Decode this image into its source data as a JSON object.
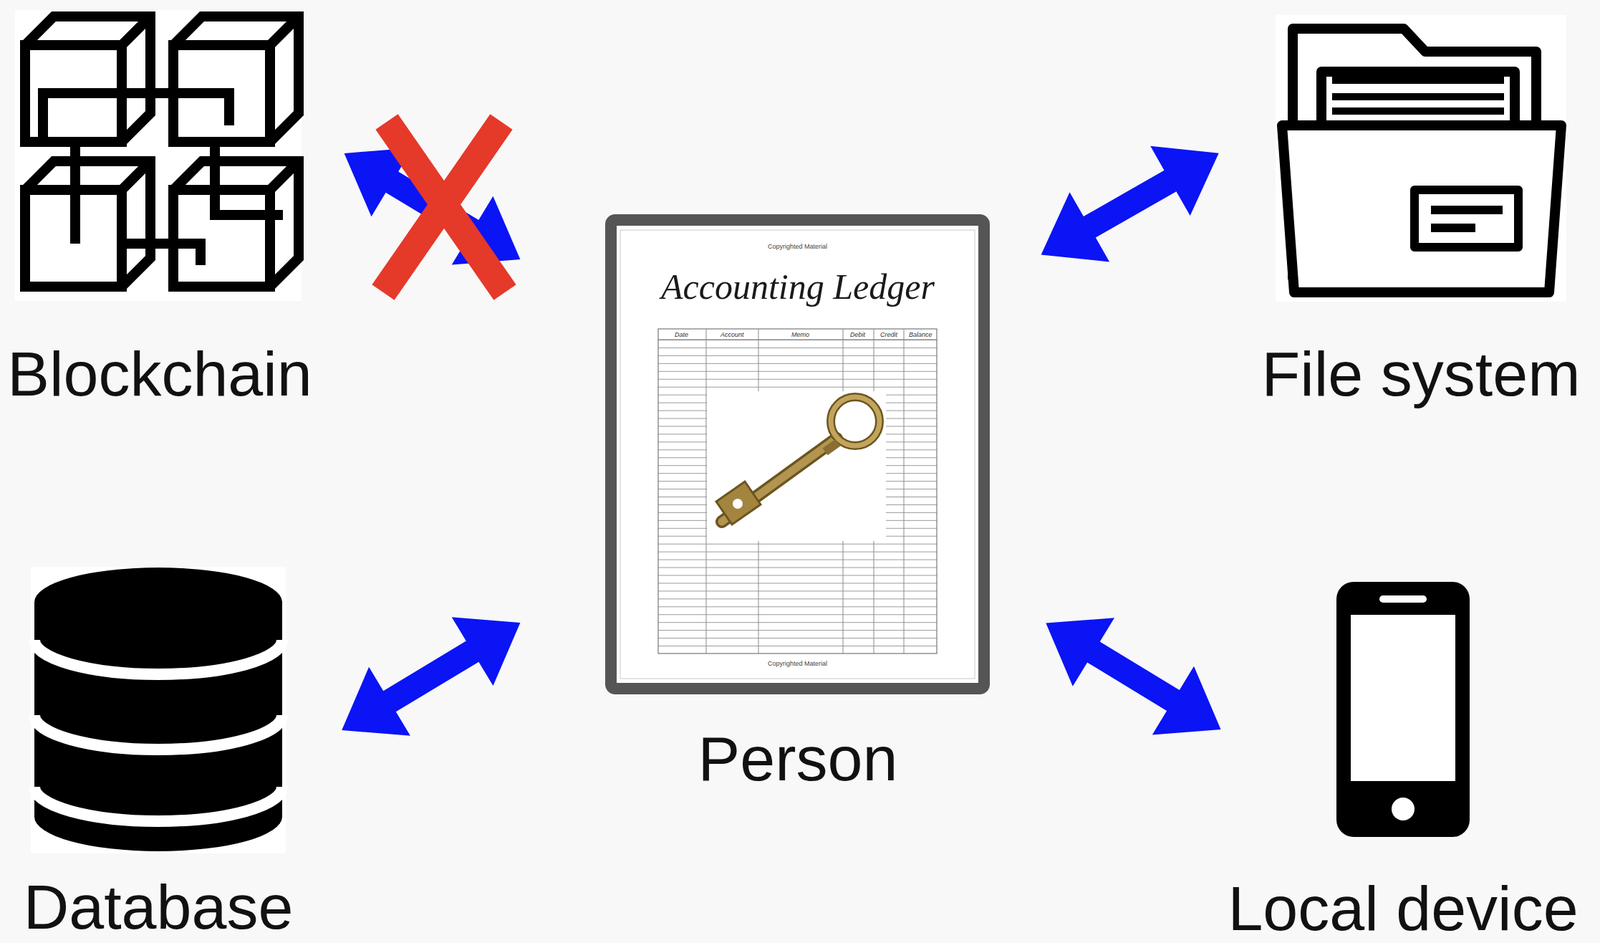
{
  "diagram": {
    "nodes": [
      {
        "text": [
          "Blockchain"
        ]
      },
      {
        "text": [
          "File system"
        ]
      },
      {
        "text": [
          "Person"
        ]
      },
      {
        "text": [
          "Database"
        ]
      },
      {
        "text": [
          "Local device"
        ]
      }
    ],
    "edges": [
      {
        "from": 0,
        "to": 2,
        "arrow": "both"
      },
      {
        "from": 1,
        "to": 2,
        "arrow": "both"
      },
      {
        "from": 3,
        "to": 2,
        "arrow": "both"
      },
      {
        "from": 4,
        "to": 2,
        "arrow": "both"
      }
    ],
    "labels": [
      "Copyrighted Material",
      "Accounting Ledger",
      "Date",
      "Account",
      "Memo",
      "Debit",
      "Credit",
      "Balance",
      "Copyrighted Material"
    ]
  }
}
